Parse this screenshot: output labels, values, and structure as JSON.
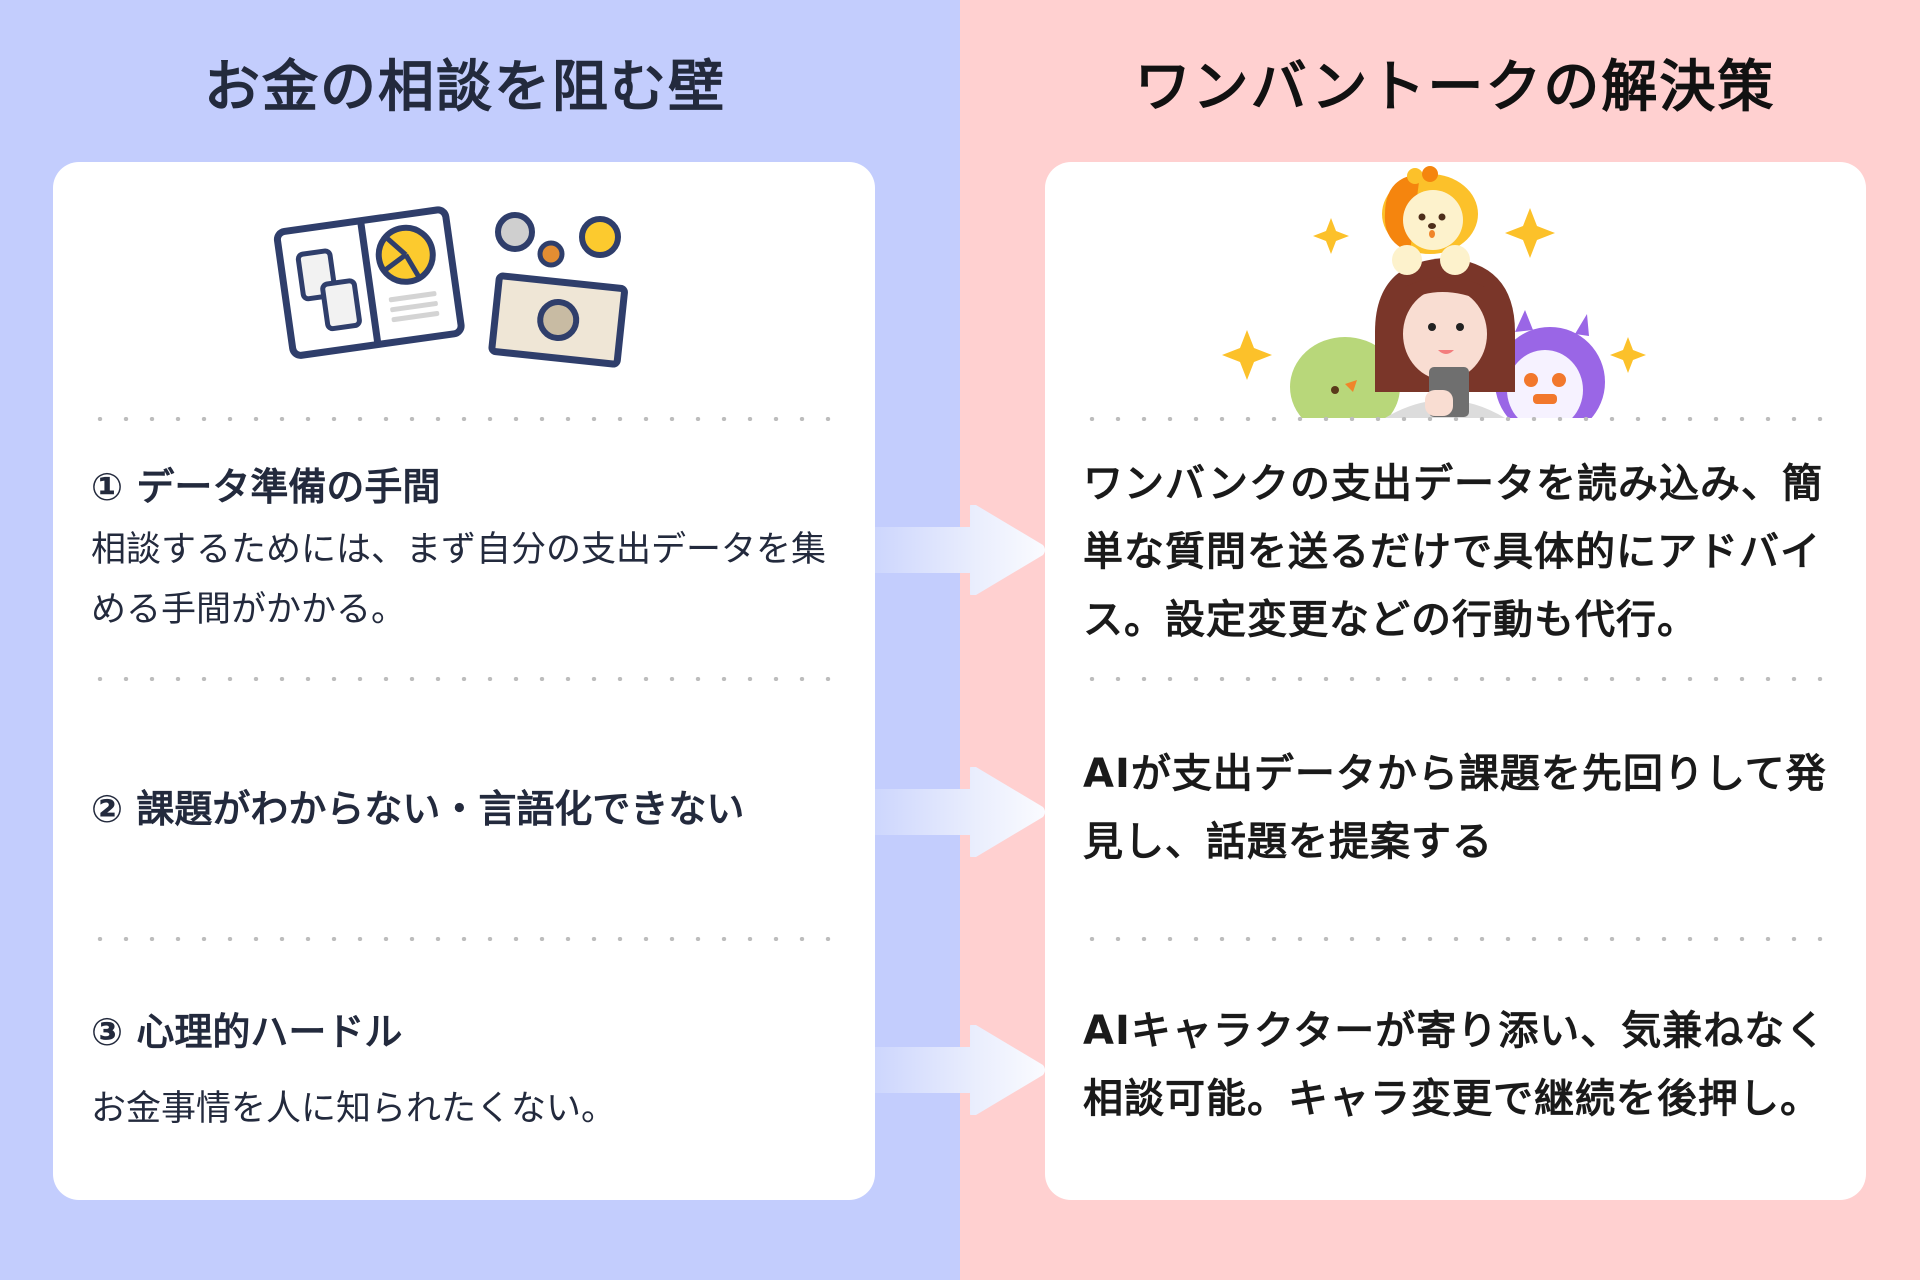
{
  "colors": {
    "left_bg": "#c3cdfd",
    "right_bg": "#ffd0d0",
    "card_bg": "#ffffff",
    "text_dark": "#232a3d",
    "divider_dots": "#bdbdbd"
  },
  "left_panel": {
    "title": "お金の相談を阻む壁",
    "illustration": "finance-documents-and-coins-illustration",
    "items": [
      {
        "number": "①",
        "title": "① データ準備の手間",
        "body": "相談するためには、まず自分の支出データを集める手間がかかる。"
      },
      {
        "number": "②",
        "title": "② 課題がわからない・言語化できない",
        "body": ""
      },
      {
        "number": "③",
        "title": "③ 心理的ハードル",
        "body": "お金事情を人に知られたくない。"
      }
    ]
  },
  "right_panel": {
    "title": "ワンバントークの解決策",
    "illustration": "woman-with-phone-and-ai-characters-illustration",
    "items": [
      {
        "text": "ワンバンクの支出データを読み込み、簡単な質問を送るだけで具体的にアドバイス。設定変更などの行動も代行。"
      },
      {
        "text": "AIが支出データから課題を先回りして発見し、話題を提案する"
      },
      {
        "text": "AIキャラクターが寄り添い、気兼ねなく相談可能。キャラ変更で継続を後押し。"
      }
    ]
  },
  "connectors": [
    {
      "icon": "arrow-right-icon"
    },
    {
      "icon": "arrow-right-icon"
    },
    {
      "icon": "arrow-right-icon"
    }
  ]
}
